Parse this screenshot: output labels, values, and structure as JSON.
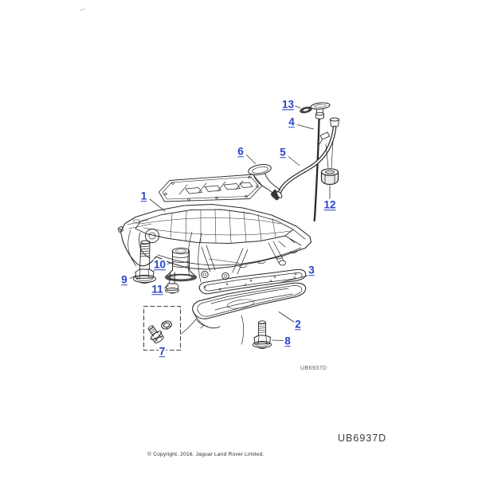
{
  "theme": {
    "page-bg": "#ffffff",
    "accent-blue": "#2944c8",
    "line": "#2a2a2a"
  },
  "diagram": {
    "kind": "exploded-parts-diagram-oil-sump-assembly",
    "figure_code": "UB6937D",
    "callouts": [
      "1",
      "2",
      "3",
      "4",
      "5",
      "6",
      "7",
      "8",
      "9",
      "10",
      "11",
      "12",
      "13"
    ]
  },
  "footer": {
    "figure_code": "UB6937D",
    "copyright": "© Copyright, 2016. Jaguar Land Rover Limited."
  }
}
